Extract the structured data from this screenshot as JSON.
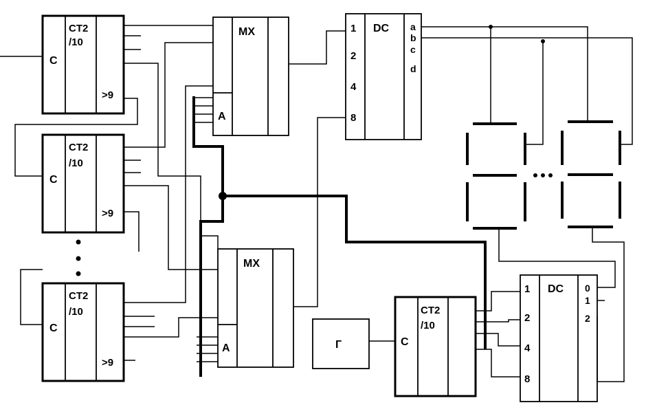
{
  "counters": [
    {
      "clock": "C",
      "type": "CT2",
      "modulus": "/10",
      "carry": ">9"
    },
    {
      "clock": "C",
      "type": "CT2",
      "modulus": "/10",
      "carry": ">9"
    },
    {
      "clock": "C",
      "type": "CT2",
      "modulus": "/10",
      "carry": ">9"
    }
  ],
  "mux_top": {
    "title": "MX",
    "addr": "A"
  },
  "mux_bottom": {
    "title": "MX",
    "addr": "A"
  },
  "dc_top": {
    "title": "DC",
    "inputs": [
      "1",
      "2",
      "4",
      "8"
    ],
    "outputs": [
      "a",
      "b",
      "c",
      "d"
    ]
  },
  "generator": {
    "label": "Г"
  },
  "scan_counter": {
    "clock": "C",
    "type": "CT2",
    "modulus": "/10"
  },
  "dc_bottom": {
    "title": "DC",
    "inputs": [
      "1",
      "2",
      "4",
      "8"
    ],
    "outputs": [
      "0",
      "1",
      "2"
    ]
  }
}
